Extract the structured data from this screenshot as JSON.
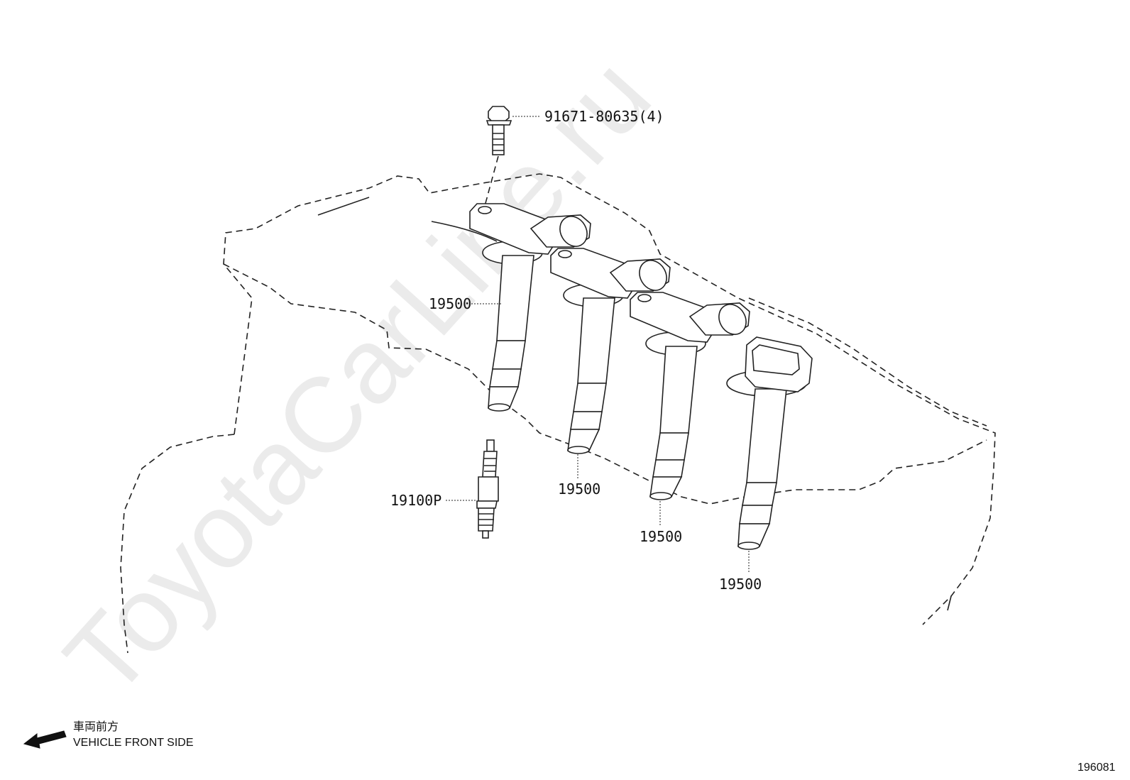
{
  "watermark": "ToyotaCarLine.ru",
  "callouts": {
    "bolt": "91671-80635(4)",
    "coil_1": "19500",
    "coil_2": "19500",
    "coil_3": "19500",
    "coil_4": "19500",
    "spark_plug": "19100P"
  },
  "direction": {
    "japanese": "車両前方",
    "english": "VEHICLE FRONT SIDE"
  },
  "figure_number": "196081"
}
